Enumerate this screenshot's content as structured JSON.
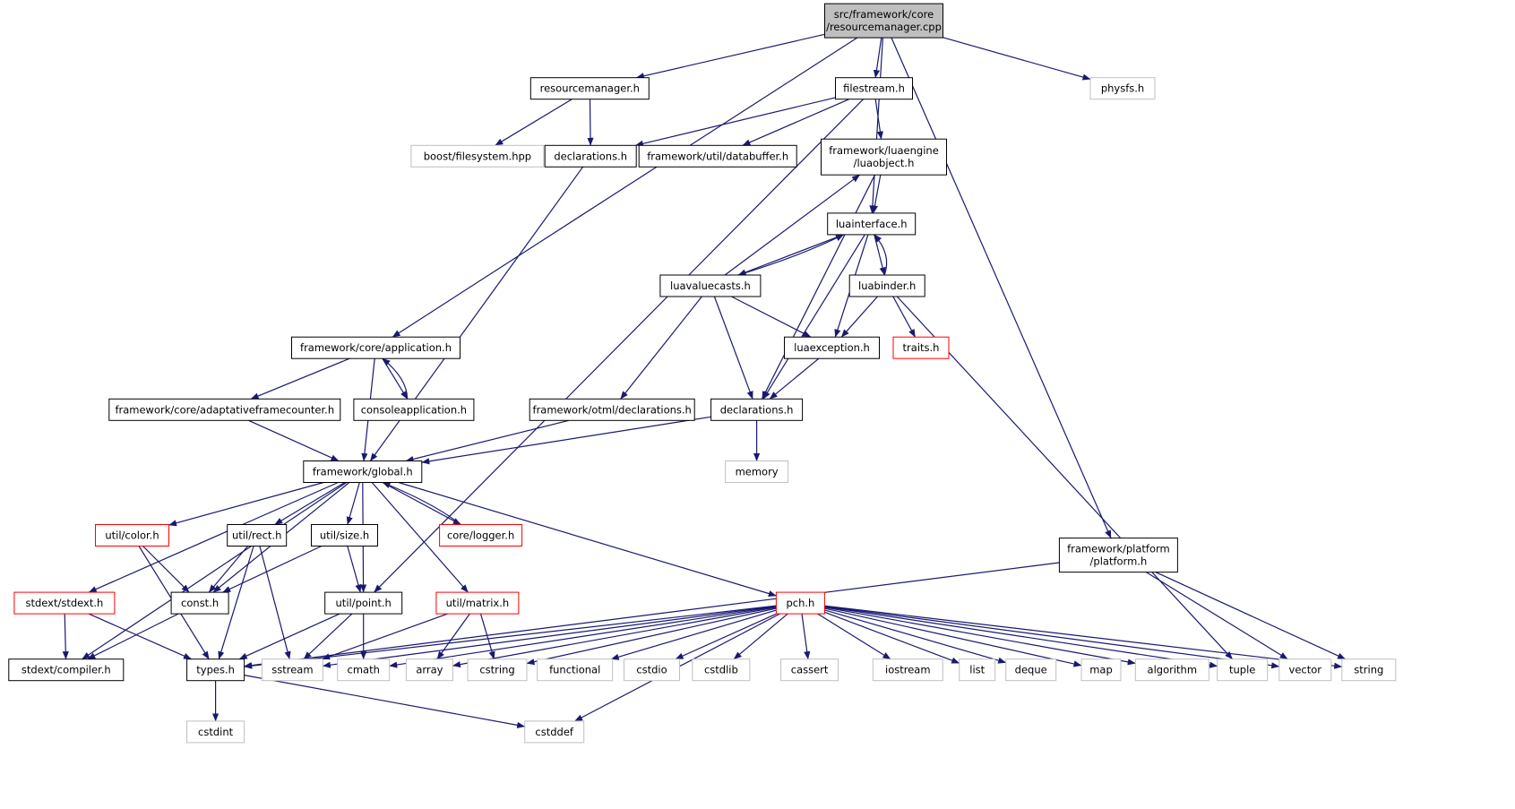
{
  "nodes": [
    {
      "id": "root",
      "lines": [
        "src/framework/core",
        "/resourcemanager.cpp"
      ],
      "style": "root"
    },
    {
      "id": "resmgr",
      "lines": [
        "resourcemanager.h"
      ],
      "style": "normal"
    },
    {
      "id": "filestream",
      "lines": [
        "filestream.h"
      ],
      "style": "normal"
    },
    {
      "id": "physfs",
      "lines": [
        "physfs.h"
      ],
      "style": "grey"
    },
    {
      "id": "boostfs",
      "lines": [
        "boost/filesystem.hpp"
      ],
      "style": "grey"
    },
    {
      "id": "decl1",
      "lines": [
        "declarations.h"
      ],
      "style": "normal"
    },
    {
      "id": "databuffer",
      "lines": [
        "framework/util/databuffer.h"
      ],
      "style": "normal"
    },
    {
      "id": "luaobject",
      "lines": [
        "framework/luaengine",
        "/luaobject.h"
      ],
      "style": "normal"
    },
    {
      "id": "luainterface",
      "lines": [
        "luainterface.h"
      ],
      "style": "normal"
    },
    {
      "id": "luavaluecasts",
      "lines": [
        "luavaluecasts.h"
      ],
      "style": "normal"
    },
    {
      "id": "luabinder",
      "lines": [
        "luabinder.h"
      ],
      "style": "normal"
    },
    {
      "id": "application",
      "lines": [
        "framework/core/application.h"
      ],
      "style": "normal"
    },
    {
      "id": "luaexception",
      "lines": [
        "luaexception.h"
      ],
      "style": "normal"
    },
    {
      "id": "traits",
      "lines": [
        "traits.h"
      ],
      "style": "red"
    },
    {
      "id": "adaptframe",
      "lines": [
        "framework/core/adaptativeframecounter.h"
      ],
      "style": "normal"
    },
    {
      "id": "consoleapp",
      "lines": [
        "consoleapplication.h"
      ],
      "style": "normal"
    },
    {
      "id": "otmldecl",
      "lines": [
        "framework/otml/declarations.h"
      ],
      "style": "normal"
    },
    {
      "id": "decl2",
      "lines": [
        "declarations.h"
      ],
      "style": "normal"
    },
    {
      "id": "global",
      "lines": [
        "framework/global.h"
      ],
      "style": "normal"
    },
    {
      "id": "memory",
      "lines": [
        "memory"
      ],
      "style": "grey"
    },
    {
      "id": "color",
      "lines": [
        "util/color.h"
      ],
      "style": "red"
    },
    {
      "id": "rect",
      "lines": [
        "util/rect.h"
      ],
      "style": "normal"
    },
    {
      "id": "size",
      "lines": [
        "util/size.h"
      ],
      "style": "normal"
    },
    {
      "id": "logger",
      "lines": [
        "core/logger.h"
      ],
      "style": "red"
    },
    {
      "id": "platform",
      "lines": [
        "framework/platform",
        "/platform.h"
      ],
      "style": "normal"
    },
    {
      "id": "stdext",
      "lines": [
        "stdext/stdext.h"
      ],
      "style": "red"
    },
    {
      "id": "const",
      "lines": [
        "const.h"
      ],
      "style": "normal"
    },
    {
      "id": "point",
      "lines": [
        "util/point.h"
      ],
      "style": "normal"
    },
    {
      "id": "matrix",
      "lines": [
        "util/matrix.h"
      ],
      "style": "red"
    },
    {
      "id": "pch",
      "lines": [
        "pch.h"
      ],
      "style": "red"
    },
    {
      "id": "compiler",
      "lines": [
        "stdext/compiler.h"
      ],
      "style": "normal"
    },
    {
      "id": "types",
      "lines": [
        "types.h"
      ],
      "style": "normal"
    },
    {
      "id": "sstream",
      "lines": [
        "sstream"
      ],
      "style": "grey"
    },
    {
      "id": "cmath",
      "lines": [
        "cmath"
      ],
      "style": "grey"
    },
    {
      "id": "array",
      "lines": [
        "array"
      ],
      "style": "grey"
    },
    {
      "id": "cstring",
      "lines": [
        "cstring"
      ],
      "style": "grey"
    },
    {
      "id": "functional",
      "lines": [
        "functional"
      ],
      "style": "grey"
    },
    {
      "id": "cstdio",
      "lines": [
        "cstdio"
      ],
      "style": "grey"
    },
    {
      "id": "cstdlib",
      "lines": [
        "cstdlib"
      ],
      "style": "grey"
    },
    {
      "id": "cassert",
      "lines": [
        "cassert"
      ],
      "style": "grey"
    },
    {
      "id": "iostream",
      "lines": [
        "iostream"
      ],
      "style": "grey"
    },
    {
      "id": "list",
      "lines": [
        "list"
      ],
      "style": "grey"
    },
    {
      "id": "deque",
      "lines": [
        "deque"
      ],
      "style": "grey"
    },
    {
      "id": "map",
      "lines": [
        "map"
      ],
      "style": "grey"
    },
    {
      "id": "algorithm",
      "lines": [
        "algorithm"
      ],
      "style": "grey"
    },
    {
      "id": "tuple",
      "lines": [
        "tuple"
      ],
      "style": "grey"
    },
    {
      "id": "vector",
      "lines": [
        "vector"
      ],
      "style": "grey"
    },
    {
      "id": "string",
      "lines": [
        "string"
      ],
      "style": "grey"
    },
    {
      "id": "cstdint",
      "lines": [
        "cstdint"
      ],
      "style": "grey"
    },
    {
      "id": "cstddef",
      "lines": [
        "cstddef"
      ],
      "style": "grey"
    }
  ],
  "edges": [
    [
      "root",
      "resmgr"
    ],
    [
      "root",
      "filestream"
    ],
    [
      "root",
      "physfs"
    ],
    [
      "root",
      "application"
    ],
    [
      "root",
      "luainterface"
    ],
    [
      "root",
      "platform"
    ],
    [
      "resmgr",
      "boostfs"
    ],
    [
      "resmgr",
      "decl1"
    ],
    [
      "filestream",
      "decl1"
    ],
    [
      "filestream",
      "databuffer"
    ],
    [
      "filestream",
      "luaobject"
    ],
    [
      "filestream",
      "point"
    ],
    [
      "decl1",
      "global"
    ],
    [
      "luaobject",
      "luainterface"
    ],
    [
      "luaobject",
      "decl2"
    ],
    [
      "luainterface",
      "luavaluecasts"
    ],
    [
      "luainterface",
      "luabinder"
    ],
    [
      "luainterface",
      "luaexception"
    ],
    [
      "luainterface",
      "decl2"
    ],
    [
      "luavaluecasts",
      "luaobject"
    ],
    [
      "luavaluecasts",
      "luainterface"
    ],
    [
      "luavaluecasts",
      "luaexception"
    ],
    [
      "luavaluecasts",
      "decl2"
    ],
    [
      "luavaluecasts",
      "otmldecl"
    ],
    [
      "luabinder",
      "luainterface"
    ],
    [
      "luabinder",
      "luaexception"
    ],
    [
      "luabinder",
      "traits"
    ],
    [
      "luabinder",
      "tuple"
    ],
    [
      "application",
      "adaptframe"
    ],
    [
      "application",
      "consoleapp"
    ],
    [
      "application",
      "global"
    ],
    [
      "consoleapp",
      "application"
    ],
    [
      "luaexception",
      "decl2"
    ],
    [
      "adaptframe",
      "global"
    ],
    [
      "otmldecl",
      "global"
    ],
    [
      "decl2",
      "global"
    ],
    [
      "decl2",
      "memory"
    ],
    [
      "global",
      "color"
    ],
    [
      "global",
      "rect"
    ],
    [
      "global",
      "size"
    ],
    [
      "global",
      "logger"
    ],
    [
      "global",
      "const"
    ],
    [
      "global",
      "point"
    ],
    [
      "global",
      "matrix"
    ],
    [
      "global",
      "pch"
    ],
    [
      "global",
      "stdext"
    ],
    [
      "global",
      "compiler"
    ],
    [
      "logger",
      "global"
    ],
    [
      "color",
      "const"
    ],
    [
      "color",
      "types"
    ],
    [
      "rect",
      "const"
    ],
    [
      "rect",
      "types"
    ],
    [
      "rect",
      "sstream"
    ],
    [
      "size",
      "const"
    ],
    [
      "size",
      "point"
    ],
    [
      "stdext",
      "compiler"
    ],
    [
      "stdext",
      "types"
    ],
    [
      "const",
      "compiler"
    ],
    [
      "point",
      "types"
    ],
    [
      "point",
      "sstream"
    ],
    [
      "point",
      "cmath"
    ],
    [
      "matrix",
      "sstream"
    ],
    [
      "matrix",
      "array"
    ],
    [
      "matrix",
      "cstring"
    ],
    [
      "pch",
      "types"
    ],
    [
      "pch",
      "sstream"
    ],
    [
      "pch",
      "cmath"
    ],
    [
      "pch",
      "array"
    ],
    [
      "pch",
      "cstring"
    ],
    [
      "pch",
      "functional"
    ],
    [
      "pch",
      "cstdio"
    ],
    [
      "pch",
      "cstdlib"
    ],
    [
      "pch",
      "cassert"
    ],
    [
      "pch",
      "iostream"
    ],
    [
      "pch",
      "list"
    ],
    [
      "pch",
      "deque"
    ],
    [
      "pch",
      "map"
    ],
    [
      "pch",
      "algorithm"
    ],
    [
      "pch",
      "tuple"
    ],
    [
      "pch",
      "vector"
    ],
    [
      "pch",
      "string"
    ],
    [
      "pch",
      "cstddef"
    ],
    [
      "platform",
      "types"
    ],
    [
      "platform",
      "vector"
    ],
    [
      "platform",
      "string"
    ],
    [
      "types",
      "cstdint"
    ],
    [
      "types",
      "cstddef"
    ]
  ]
}
